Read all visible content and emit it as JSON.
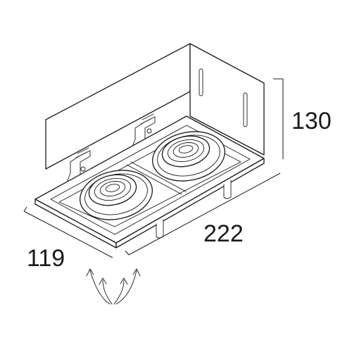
{
  "dimensions": {
    "height": "130",
    "width": "222",
    "depth": "119"
  },
  "colors": {
    "line": "#1a1a1a",
    "background": "#ffffff",
    "tilt_arrow": "#1a1a1a"
  },
  "icons": {
    "tilt": "tilt-arrows-icon"
  }
}
